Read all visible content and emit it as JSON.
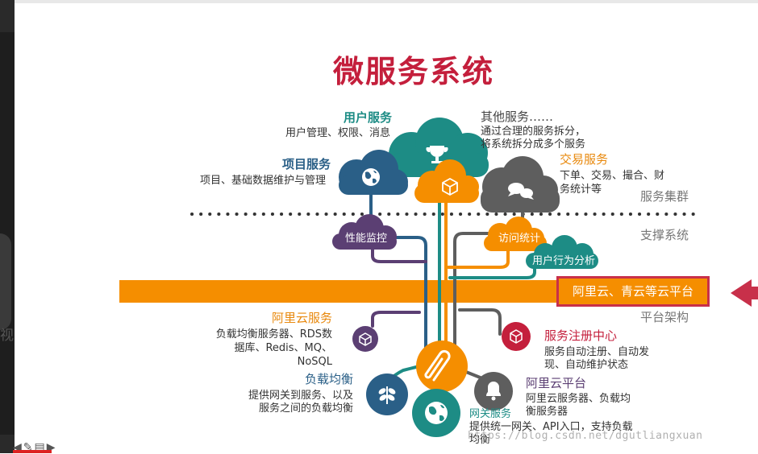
{
  "title": "微服务系统",
  "layers": {
    "service_cluster": "服务集群",
    "support_system": "支撑系统",
    "platform_arch": "平台架构"
  },
  "user_service": {
    "title": "用户服务",
    "desc": "用户管理、权限、消息"
  },
  "project_service": {
    "title": "项目服务",
    "desc": "项目、基础数据维护与管理"
  },
  "other_service": {
    "title": "其他服务……",
    "desc_1": "通过合理的服务拆分，",
    "desc_2": "将系统拆分成多个服务"
  },
  "trade_service": {
    "title": "交易服务",
    "desc_1": "下单、交易、撮合、财",
    "desc_2": "务统计等"
  },
  "perf_monitor": "性能监控",
  "access_stats": "访问统计",
  "user_behavior": "用户行为分析",
  "cloud_platform": "阿里云、青云等云平台",
  "aliyun_service": {
    "title": "阿里云服务",
    "desc_1": "负载均衡服务器、RDS数",
    "desc_2": "据库、Redis、MQ、",
    "desc_3": "NoSQL"
  },
  "load_balance": {
    "title": "负载均衡",
    "desc_1": "提供网关到服务、以及",
    "desc_2": "服务之间的负载均衡"
  },
  "registry": {
    "title": "服务注册中心",
    "desc_1": "服务自动注册、自动发",
    "desc_2": "现、自动维护状态"
  },
  "aliyun_platform": {
    "title": "阿里云平台",
    "desc_1": "阿里云服务器、负载均",
    "desc_2": "衡服务器"
  },
  "gateway": {
    "title": "网关服务",
    "desc_1": "提供统一网关、API入口，支持负载",
    "desc_2": "均衡"
  },
  "watermark": "https://blog.csdn.net/dgutliangxuan",
  "side_glyph": "视",
  "colors": {
    "title_red": "#c41f3c",
    "teal": "#1d8c85",
    "navy": "#2a5f87",
    "orange": "#f58e00",
    "gray": "#5e5e5e",
    "purple": "#5b3f73",
    "red": "#c41f3c"
  },
  "icons": [
    "trophy-icon",
    "globe-icon",
    "box-icon",
    "chat-icon",
    "paperclip-icon",
    "leaf-icon",
    "bell-icon",
    "arrow-left-icon"
  ]
}
